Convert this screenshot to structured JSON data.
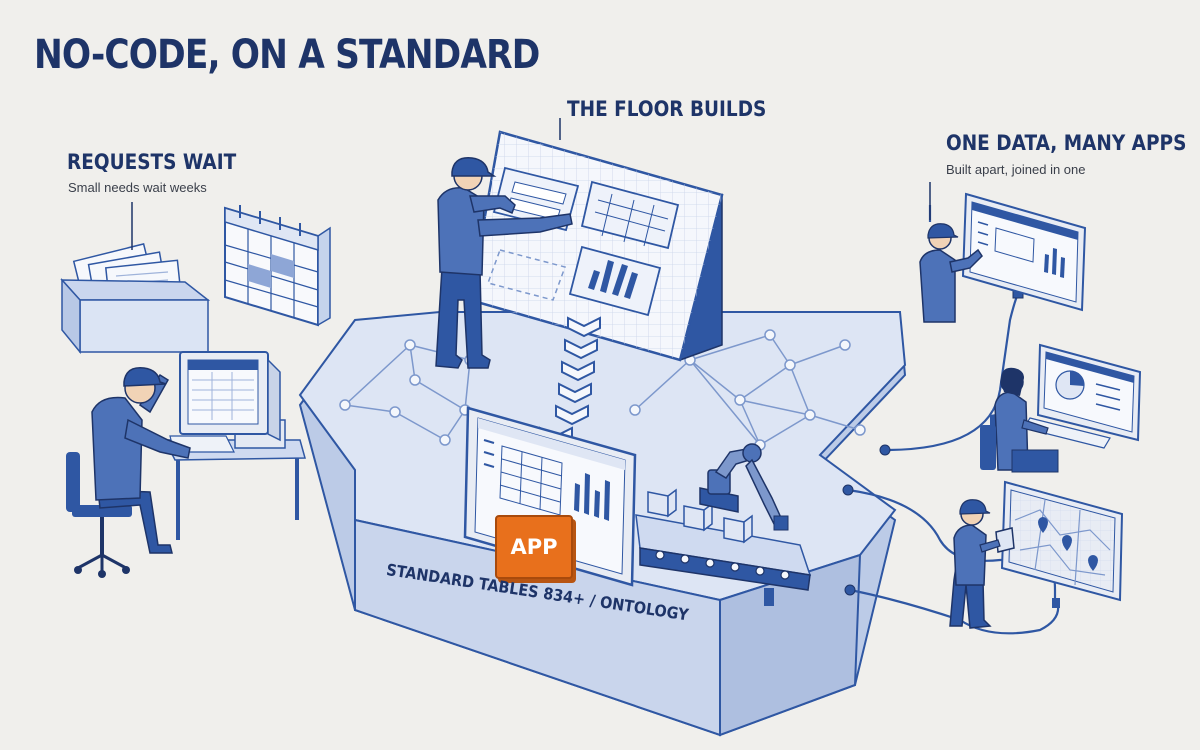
{
  "title": "NO-CODE, ON A STANDARD",
  "sections": {
    "requests": {
      "heading": "REQUESTS WAIT",
      "caption": "Small needs wait weeks"
    },
    "floor": {
      "heading": "THE FLOOR BUILDS"
    },
    "one_data": {
      "heading": "ONE DATA, MANY APPS",
      "caption": "Built apart, joined in one"
    }
  },
  "platform": {
    "label": "STANDARD TABLES 834+ / ONTOLOGY"
  },
  "app_badge": "APP",
  "colors": {
    "background": "#f0efec",
    "title": "#1e3468",
    "accent_blue": "#2f57a3",
    "platform_fill": "#dde5f4",
    "app_orange": "#e8701c"
  },
  "icons": [
    "inbox-tray-icon",
    "calendar-icon",
    "workstation-icon",
    "builder-board-icon",
    "chevron-flow-icon",
    "robot-arm-icon",
    "conveyor-icon",
    "dashboard-monitor-icon",
    "pie-chart-monitor-icon",
    "map-monitor-icon",
    "network-graph-icon"
  ]
}
